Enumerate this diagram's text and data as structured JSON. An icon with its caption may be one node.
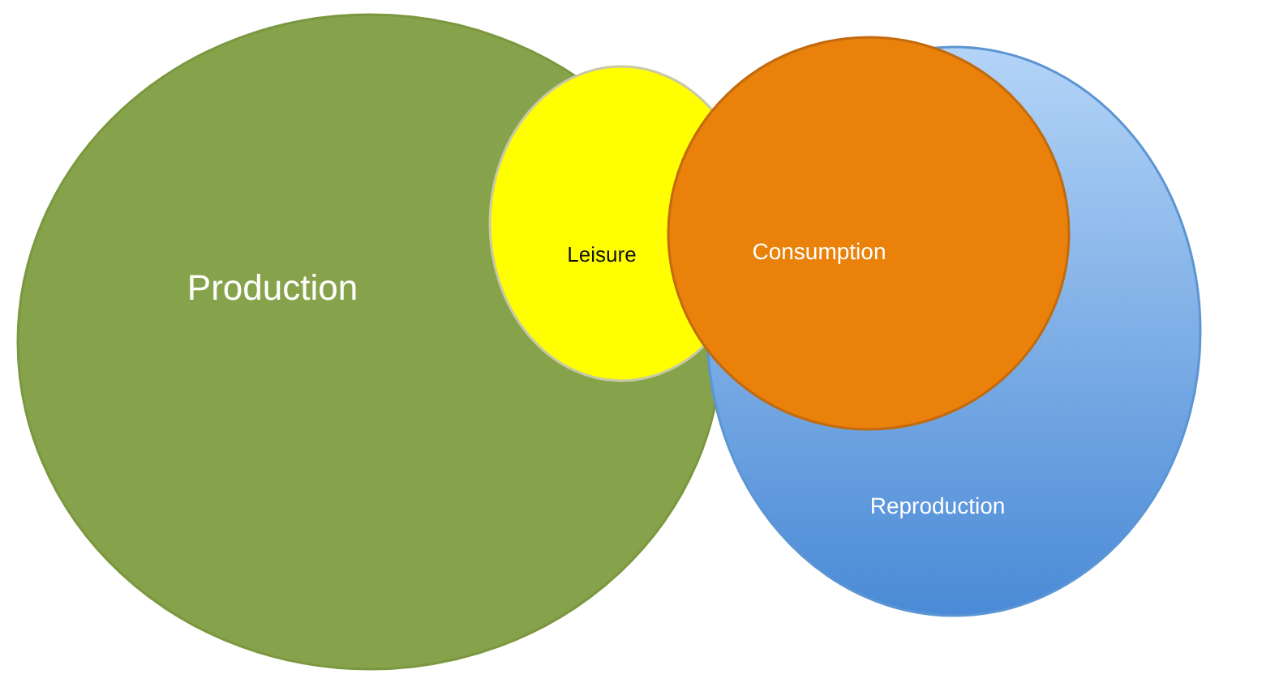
{
  "diagram": {
    "nodes": [
      {
        "text": [
          "Production"
        ]
      },
      {
        "text": [
          "Reproduction"
        ]
      },
      {
        "text": [
          "Leisure"
        ]
      },
      {
        "text": [
          "Consumption"
        ]
      }
    ]
  }
}
